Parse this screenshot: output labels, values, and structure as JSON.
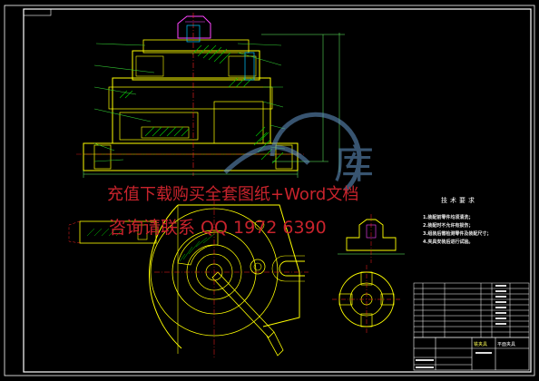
{
  "watermark": {
    "line1": "充值下载购买全套图纸+Word文档",
    "line2": "咨询请联系 QQ 1972 6390",
    "logo_text": "库"
  },
  "technical_requirements": {
    "title": "技术要求",
    "items": [
      "1.装配前零件均须清洗；",
      "2.装配时不允许有损伤；",
      "3.组装后需检测零件及装配尺寸；",
      "4.夹具安装后进行试验。"
    ]
  },
  "title_block": {
    "drawing_name": "平面夹具",
    "label_small": "铣夹具"
  },
  "colors": {
    "background": "#000000",
    "frame": "#ffffff",
    "outline_yellow": "#ffff00",
    "leader_green": "#33cc33",
    "dimension_green": "#66ff66",
    "hatch_green": "#00cc00",
    "center_red": "#ff2222",
    "part_cyan": "#00c8ff",
    "part_magenta": "#ff44ff",
    "watermark_red": "#c8232c",
    "watermark_blue": "#6699cc"
  }
}
